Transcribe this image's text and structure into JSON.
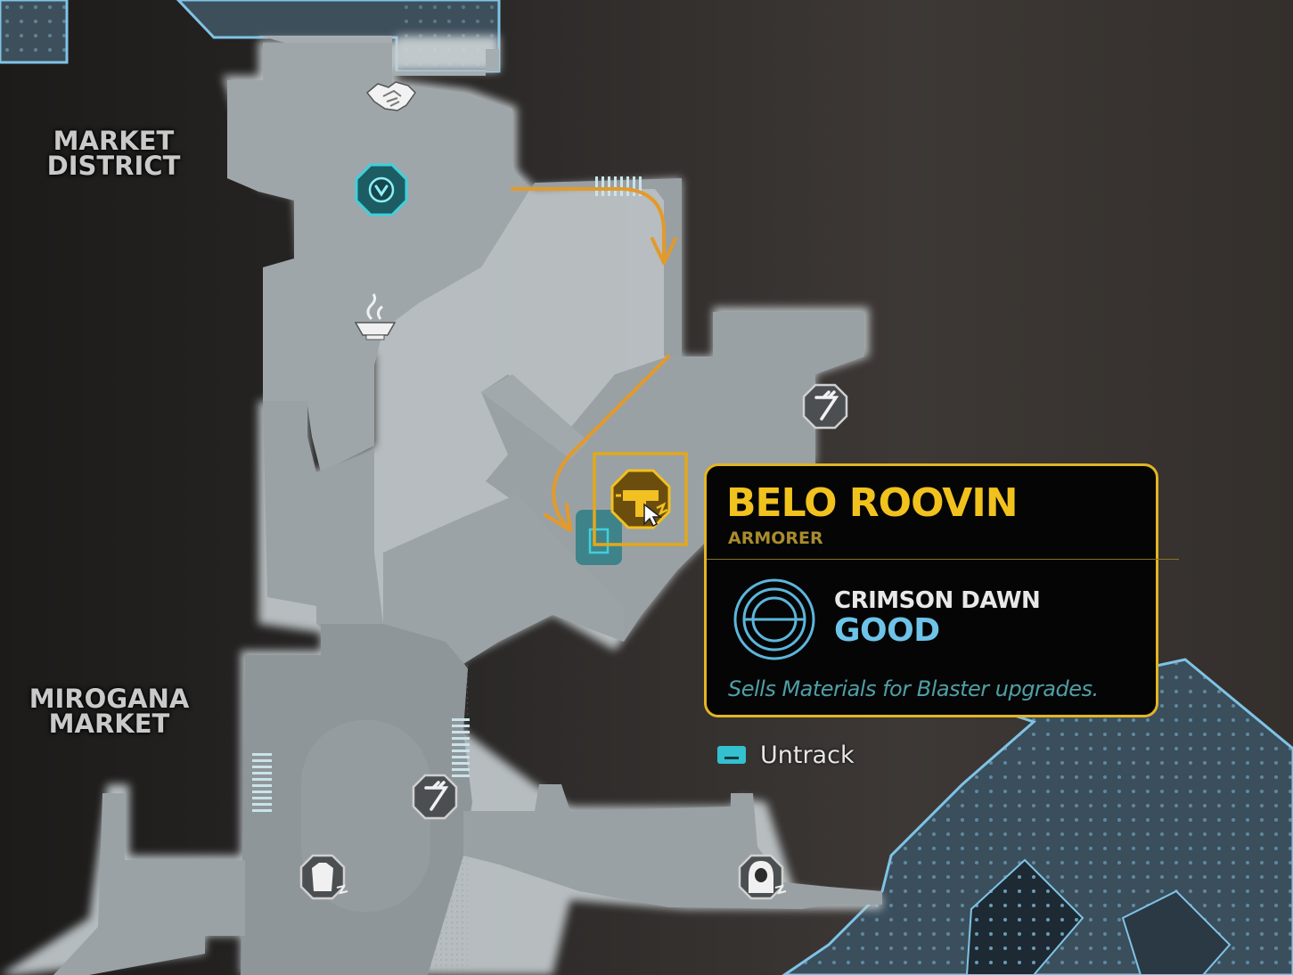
{
  "map": {
    "districts": [
      {
        "lines": [
          "MARKET",
          "DISTRICT"
        ]
      },
      {
        "lines": [
          "MIROGANA",
          "MARKET"
        ]
      }
    ],
    "icons": [
      {
        "name": "handshake-icon"
      },
      {
        "name": "fast-travel-icon"
      },
      {
        "name": "cantina-food-icon"
      },
      {
        "name": "tracked-vendor-icon",
        "color": "#e3a81c"
      },
      {
        "name": "vendor-spark-icon-east"
      },
      {
        "name": "vendor-spark-icon-south"
      },
      {
        "name": "door-icon"
      },
      {
        "name": "tailor-vendor-icon"
      },
      {
        "name": "hooded-vendor-icon"
      }
    ],
    "route_color": "#e39a2b"
  },
  "tooltip": {
    "name": "BELO ROOVIN",
    "role": "ARMORER",
    "faction": "CRIMSON DAWN",
    "standing": "GOOD",
    "description": "Sells Materials for Blaster upgrades.",
    "accent_color": "#e3b522",
    "standing_color": "#6ec3e8"
  },
  "actions": {
    "untrack_label": "Untrack"
  }
}
